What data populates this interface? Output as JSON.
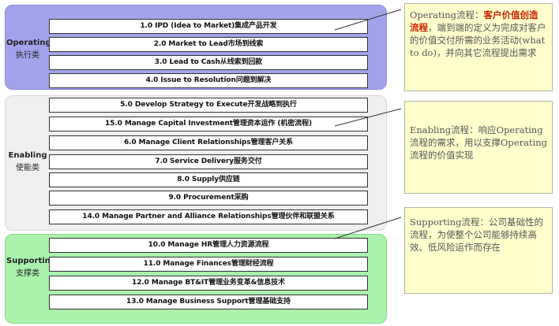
{
  "groups": {
    "operating": {
      "label_en": "Operating",
      "label_cn": "执行类",
      "items": [
        "1.0 IPD (Idea to Market)集成产品开发",
        "2.0 Market to Lead市场到线索",
        "3.0 Lead to Cash从线索到回款",
        "4.0 Issue to Resolution问题到解决"
      ]
    },
    "enabling": {
      "label_en": "Enabling",
      "label_cn": "使能类",
      "items": [
        "5.0 Develop Strategy to Execute开发战略到执行",
        "15.0  Manage Capital Investment管理资本运作 (机密流程)",
        "6.0 Manage Client Relationships管理客户关系",
        "7.0 Service Delivery服务交付",
        "8.0 Supply供应链",
        "9.0 Procurement采购",
        "14.0  Manage Partner and Alliance Relationships管理伙伴和联盟关系"
      ]
    },
    "supporting": {
      "label_en": "Supporting",
      "label_cn": "支撑类",
      "items": [
        "10.0 Manage HR管理人力资源流程",
        "11.0 Manage Finances管理财经流程",
        "12.0 Manage BT&IT管理业务变革&信息技术",
        "13.0 Manage Business Support管理基础支持"
      ]
    }
  },
  "notes": {
    "operating": {
      "lead": "Operating流程：",
      "highlight": "客户价值创造流程",
      "body": "，端到端的定义为完成对客户的价值交付所需的业务活动(what to do)，并向其它流程提出需求"
    },
    "enabling": {
      "body": "Enabling流程：响应Operating流程的需求，用以支撑Operating流程的价值实现"
    },
    "supporting": {
      "body": "Supporting流程：公司基础性的流程，为使整个公司能够持续高效、低风险运作而存在"
    }
  },
  "colors": {
    "operating_band": "#a3a3ec",
    "enabling_band": "#f1eef0",
    "supporting_band": "#aaf2ac",
    "note_bg": "#ffffcc",
    "highlight": "#cc2200"
  }
}
